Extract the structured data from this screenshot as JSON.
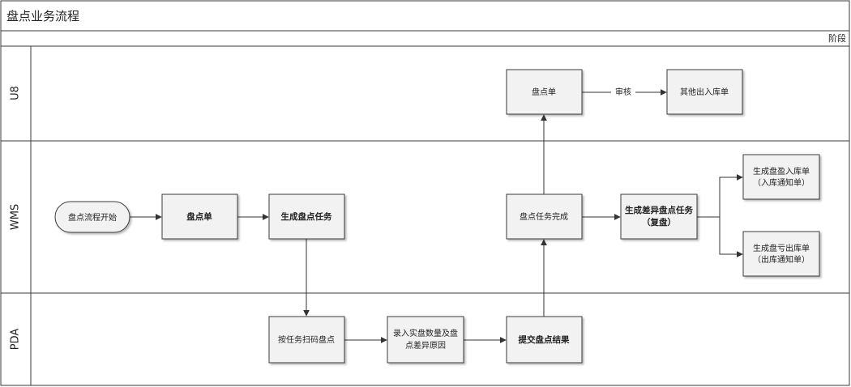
{
  "title": "盘点业务流程",
  "phase_label": "阶段",
  "lanes": [
    {
      "id": "u8",
      "label": "U8"
    },
    {
      "id": "wms",
      "label": "WMS"
    },
    {
      "id": "pda",
      "label": "PDA"
    }
  ],
  "nodes": [
    {
      "id": "start",
      "type": "terminator",
      "lines": [
        "盘点流程开始"
      ],
      "bold": false
    },
    {
      "id": "wms_doc",
      "type": "process",
      "lines": [
        "盘点单"
      ],
      "bold": true
    },
    {
      "id": "gen_task",
      "type": "process",
      "lines": [
        "生成盘点任务"
      ],
      "bold": true
    },
    {
      "id": "scan",
      "type": "process",
      "lines": [
        "按任务扫码盘点"
      ],
      "bold": false
    },
    {
      "id": "input",
      "type": "process",
      "lines": [
        "录入实盘数量及盘",
        "点差异原因"
      ],
      "bold": false
    },
    {
      "id": "submit",
      "type": "process",
      "lines": [
        "提交盘点结果"
      ],
      "bold": true
    },
    {
      "id": "task_done",
      "type": "process",
      "lines": [
        "盘点任务完成"
      ],
      "bold": false
    },
    {
      "id": "u8_doc",
      "type": "process",
      "lines": [
        "盘点单"
      ],
      "bold": false
    },
    {
      "id": "other_io",
      "type": "process",
      "lines": [
        "其他出入库单"
      ],
      "bold": false
    },
    {
      "id": "diff_task",
      "type": "process",
      "lines": [
        "生成差异盘点任务",
        "（复盘）"
      ],
      "bold": true
    },
    {
      "id": "gain",
      "type": "process",
      "lines": [
        "生成盘盈入库单",
        "（入库通知单）"
      ],
      "bold": false
    },
    {
      "id": "loss",
      "type": "process",
      "lines": [
        "生成盘亏出库单",
        "（出库通知单）"
      ],
      "bold": false
    }
  ],
  "edges": [
    {
      "id": "e1",
      "from": "start",
      "to": "wms_doc",
      "label": ""
    },
    {
      "id": "e2",
      "from": "wms_doc",
      "to": "gen_task",
      "label": ""
    },
    {
      "id": "e3",
      "from": "gen_task",
      "to": "scan",
      "label": ""
    },
    {
      "id": "e4",
      "from": "scan",
      "to": "input",
      "label": ""
    },
    {
      "id": "e5",
      "from": "input",
      "to": "submit",
      "label": ""
    },
    {
      "id": "e6",
      "from": "submit",
      "to": "task_done",
      "label": ""
    },
    {
      "id": "e7",
      "from": "task_done",
      "to": "u8_doc",
      "label": ""
    },
    {
      "id": "e8",
      "from": "u8_doc",
      "to": "other_io",
      "label": "审核"
    },
    {
      "id": "e9",
      "from": "task_done",
      "to": "diff_task",
      "label": ""
    },
    {
      "id": "e10",
      "from": "diff_task",
      "to": "gain",
      "label": ""
    },
    {
      "id": "e11",
      "from": "diff_task",
      "to": "loss",
      "label": ""
    }
  ],
  "colors": {
    "border": "#3a3a3a",
    "box_fill": "#f2f2f2",
    "header_fill": "#ffffff",
    "line": "#333333"
  }
}
